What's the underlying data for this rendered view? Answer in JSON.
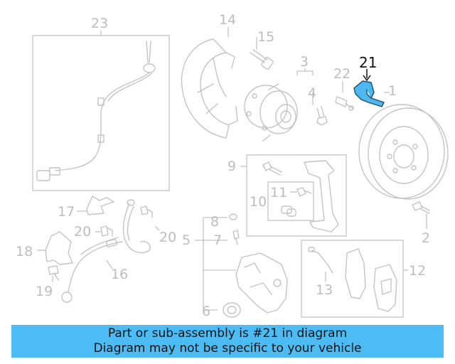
{
  "diagram": {
    "callouts": {
      "c1": "1",
      "c2": "2",
      "c3": "3",
      "c4": "4",
      "c5": "5",
      "c6": "6",
      "c7": "7",
      "c8": "8",
      "c9": "9",
      "c10": "10",
      "c11": "11",
      "c12": "12",
      "c13": "13",
      "c14": "14",
      "c15": "15",
      "c16": "16",
      "c17": "17",
      "c18": "18",
      "c19": "19",
      "c20a": "20",
      "c20b": "20",
      "c21": "21",
      "c22": "22",
      "c23": "23"
    },
    "highlighted_part": "21",
    "highlight_color": "#4db8f0",
    "line_color": "#c4c4c4"
  },
  "banner": {
    "line1": "Part or sub-assembly is #21 in diagram",
    "line2": "Diagram may not be specific to your vehicle",
    "color": "#4dbcf4"
  }
}
